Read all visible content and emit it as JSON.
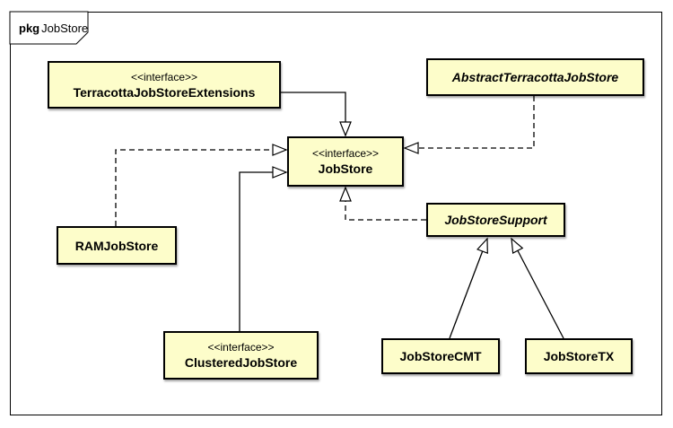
{
  "package": {
    "keyword": "pkg",
    "name": "JobStore"
  },
  "nodes": {
    "terracottaExtensions": {
      "stereotype": "<<interface>>",
      "name": "TerracottaJobStoreExtensions",
      "abstract": false
    },
    "abstractTerracotta": {
      "stereotype": "",
      "name": "AbstractTerracottaJobStore",
      "abstract": true
    },
    "jobStore": {
      "stereotype": "<<interface>>",
      "name": "JobStore",
      "abstract": false
    },
    "ramJobStore": {
      "stereotype": "",
      "name": "RAMJobStore",
      "abstract": false
    },
    "jobStoreSupport": {
      "stereotype": "",
      "name": "JobStoreSupport",
      "abstract": true
    },
    "clusteredJobStore": {
      "stereotype": "<<interface>>",
      "name": "ClusteredJobStore",
      "abstract": false
    },
    "jobStoreCMT": {
      "stereotype": "",
      "name": "JobStoreCMT",
      "abstract": false
    },
    "jobStoreTX": {
      "stereotype": "",
      "name": "JobStoreTX",
      "abstract": false
    }
  },
  "relationships": [
    {
      "from": "TerracottaJobStoreExtensions",
      "to": "JobStore",
      "type": "generalization",
      "line": "solid"
    },
    {
      "from": "AbstractTerracottaJobStore",
      "to": "JobStore",
      "type": "realization",
      "line": "dashed"
    },
    {
      "from": "RAMJobStore",
      "to": "JobStore",
      "type": "realization",
      "line": "dashed"
    },
    {
      "from": "ClusteredJobStore",
      "to": "JobStore",
      "type": "generalization",
      "line": "solid"
    },
    {
      "from": "JobStoreSupport",
      "to": "JobStore",
      "type": "realization",
      "line": "dashed"
    },
    {
      "from": "JobStoreCMT",
      "to": "JobStoreSupport",
      "type": "generalization",
      "line": "solid"
    },
    {
      "from": "JobStoreTX",
      "to": "JobStoreSupport",
      "type": "generalization",
      "line": "solid"
    }
  ],
  "colors": {
    "node_fill": "#FDFDCA",
    "node_border": "#000000",
    "line": "#000000",
    "background": "#FFFFFF"
  }
}
